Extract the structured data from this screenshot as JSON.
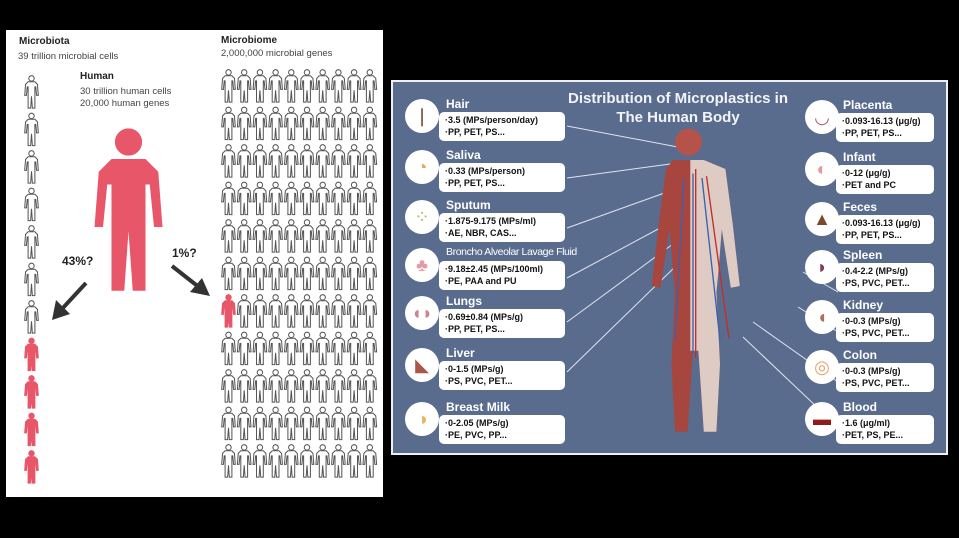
{
  "left_panel": {
    "microbiota": {
      "title": "Microbiota",
      "subtitle": "39 trillion microbial cells"
    },
    "microbiome": {
      "title": "Microbiome",
      "subtitle": "2,000,000 microbial genes"
    },
    "human": {
      "title": "Human",
      "line1": "30 trillion human cells",
      "line2": "20,000 human genes"
    },
    "pct_left": "43%?",
    "pct_right": "1%?",
    "colors": {
      "red": "#e8566a",
      "grey": "#555555"
    }
  },
  "right_panel": {
    "title_line1": "Distribution of Microplastics in",
    "title_line2": "The Human Body",
    "left_entries": [
      {
        "icon": "hair-icon",
        "label": "Hair",
        "line1": "·3.5 (MPs/person/day)",
        "line2": "·PP, PET, PS..."
      },
      {
        "icon": "saliva-icon",
        "label": "Saliva",
        "line1": "·0.33 (MPs/person)",
        "line2": "·PP, PET, PS..."
      },
      {
        "icon": "sputum-icon",
        "label": "Sputum",
        "line1": "·1.875-9.175 (MPs/ml)",
        "line2": "·AE, NBR, CAS..."
      },
      {
        "icon": "bronchi-icon",
        "label": "Broncho Alveolar Lavage Fluid",
        "line1": "·9.18±2.45  (MPs/100ml)",
        "line2": "·PE, PAA and PU"
      },
      {
        "icon": "lungs-icon",
        "label": "Lungs",
        "line1": "·0.69±0.84 (MPs/g)",
        "line2": "·PP, PET, PS..."
      },
      {
        "icon": "liver-icon",
        "label": "Liver",
        "line1": "·0-1.5 (MPs/g)",
        "line2": "·PS, PVC, PET..."
      },
      {
        "icon": "breast-icon",
        "label": "Breast Milk",
        "line1": "·0-2.05 (MPs/g)",
        "line2": "·PE, PVC, PP..."
      }
    ],
    "right_entries": [
      {
        "icon": "placenta-icon",
        "label": "Placenta",
        "line1": "·0.093-16.13 (μg/g)",
        "line2": "·PP, PET, PS..."
      },
      {
        "icon": "infant-icon",
        "label": "Infant",
        "line1": "·0-12 (μg/g)",
        "line2": "·PET and PC"
      },
      {
        "icon": "feces-icon",
        "label": "Feces",
        "line1": "·0.093-16.13 (μg/g)",
        "line2": "·PP, PET, PS..."
      },
      {
        "icon": "spleen-icon",
        "label": "Spleen",
        "line1": "·0.4-2.2 (MPs/g)",
        "line2": "·PS, PVC, PET..."
      },
      {
        "icon": "kidney-icon",
        "label": "Kidney",
        "line1": "·0-0.3 (MPs/g)",
        "line2": "·PS, PVC, PET..."
      },
      {
        "icon": "colon-icon",
        "label": "Colon",
        "line1": "·0-0.3 (MPs/g)",
        "line2": "·PS, PVC, PET..."
      },
      {
        "icon": "blood-icon",
        "label": "Blood",
        "line1": "·1.6 (μg/ml)",
        "line2": "·PET, PS, PE..."
      }
    ],
    "colors": {
      "background": "#5a6c8e",
      "card": "#ffffff"
    }
  }
}
